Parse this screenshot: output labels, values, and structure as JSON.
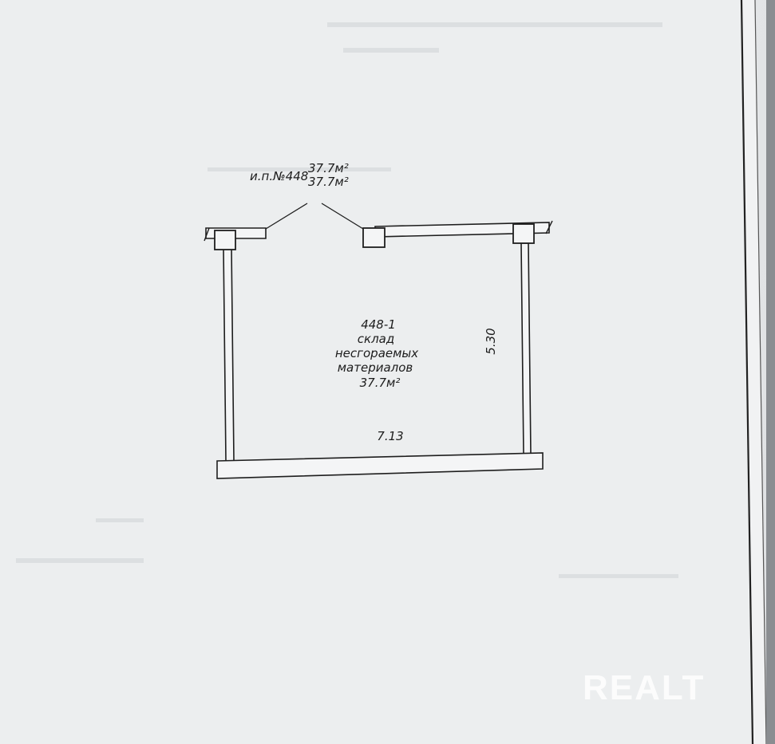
{
  "unit_label": "и.п.№448",
  "unit_area_total": "37.7м²",
  "unit_area_living": "37.7м²",
  "room": {
    "number": "448-1",
    "name_line1": "склад",
    "name_line2": "несгораемых",
    "name_line3": "материалов",
    "area": "37.7м²"
  },
  "dimensions": {
    "width": "7.13",
    "height": "5.30"
  },
  "watermark": "REALT"
}
